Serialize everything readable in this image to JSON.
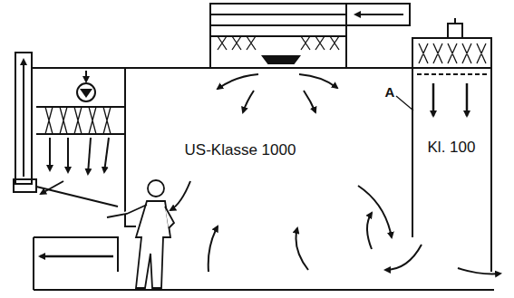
{
  "diagram": {
    "nodes": [
      {
        "text": [
          "US-Klasse 1000"
        ]
      },
      {
        "text": [
          "Kl. 100"
        ]
      }
    ],
    "labels": [
      "A"
    ]
  }
}
